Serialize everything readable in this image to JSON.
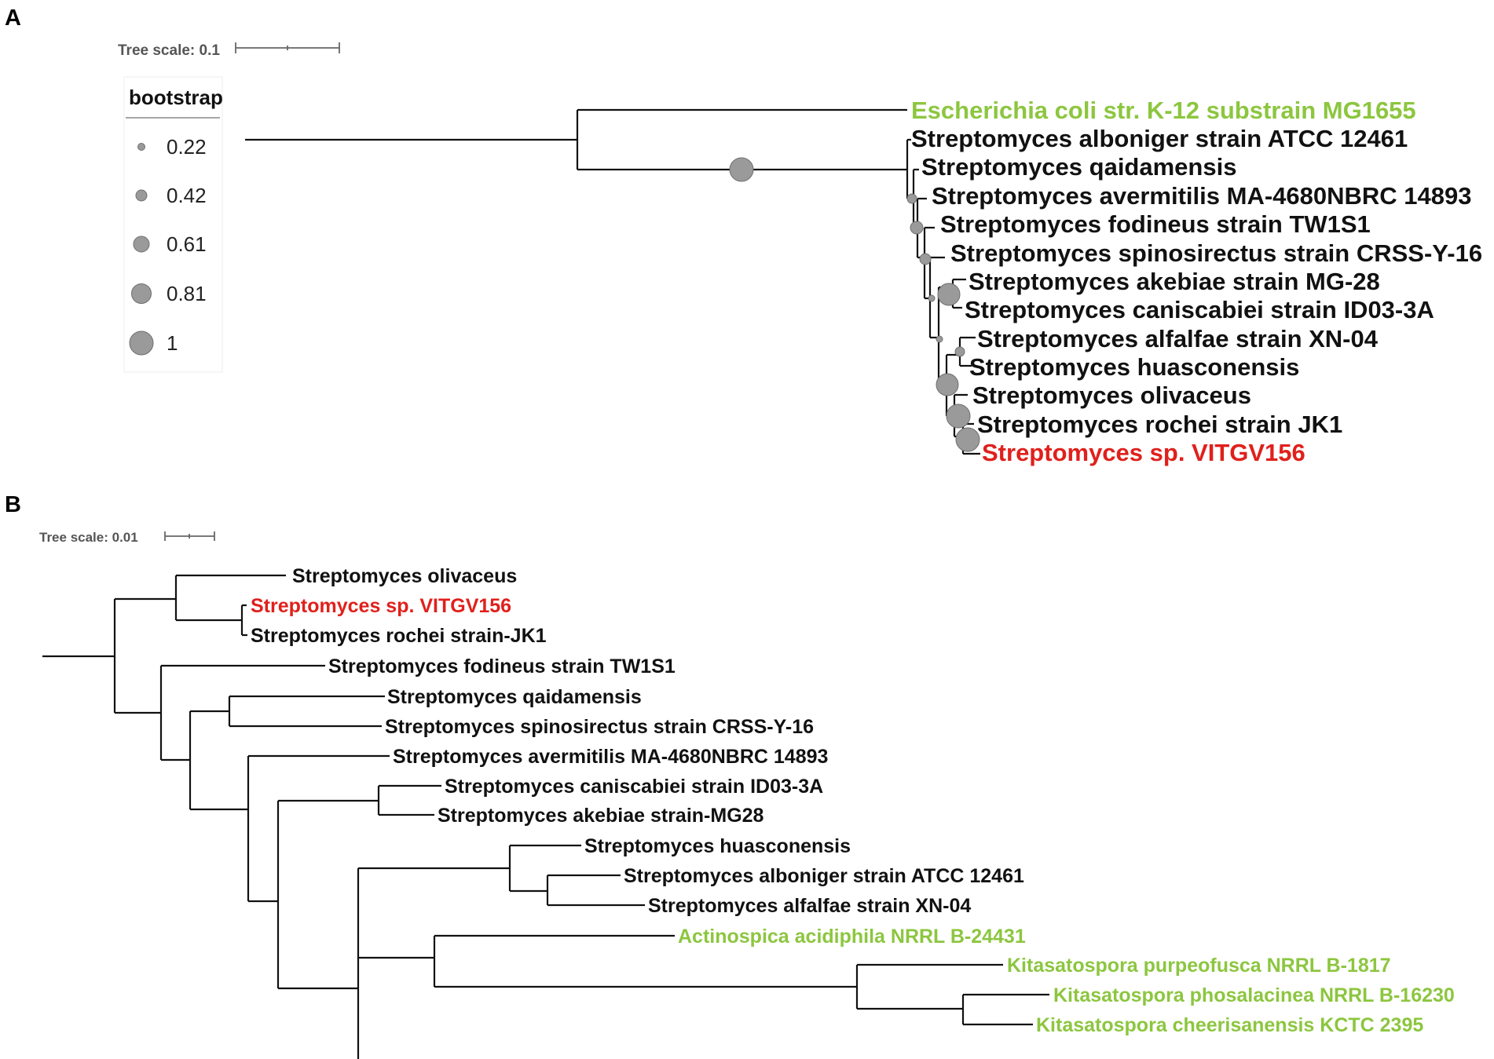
{
  "colors": {
    "black": "#111111",
    "red": "#e0201c",
    "green": "#8cc63f",
    "node_gray": "#9a9a9a"
  },
  "panelA": {
    "label": "A",
    "scale_label": "Tree scale: 0.1",
    "legend": {
      "title": "bootstrap",
      "items": [
        {
          "label": "0.22",
          "value": 0.22
        },
        {
          "label": "0.42",
          "value": 0.42
        },
        {
          "label": "0.61",
          "value": 0.61
        },
        {
          "label": "0.81",
          "value": 0.81
        },
        {
          "label": "1",
          "value": 1.0
        }
      ]
    },
    "taxa": [
      {
        "name": "Escherichia coli str. K-12 substrain MG1655",
        "color": "green"
      },
      {
        "name": "Streptomyces alboniger strain ATCC 12461",
        "color": "black"
      },
      {
        "name": "Streptomyces qaidamensis",
        "color": "black"
      },
      {
        "name": "Streptomyces avermitilis MA-4680NBRC 14893",
        "color": "black"
      },
      {
        "name": "Streptomyces fodineus strain TW1S1",
        "color": "black"
      },
      {
        "name": "Streptomyces spinosirectus strain CRSS-Y-16",
        "color": "black"
      },
      {
        "name": "Streptomyces akebiae strain MG-28",
        "color": "black"
      },
      {
        "name": "Streptomyces caniscabiei strain ID03-3A",
        "color": "black"
      },
      {
        "name": "Streptomyces alfalfae strain XN-04",
        "color": "black"
      },
      {
        "name": "Streptomyces huasconensis",
        "color": "black"
      },
      {
        "name": "Streptomyces olivaceus",
        "color": "black"
      },
      {
        "name": "Streptomyces rochei strain JK1",
        "color": "black"
      },
      {
        "name": "Streptomyces sp. VITGV156",
        "color": "red"
      }
    ]
  },
  "panelB": {
    "label": "B",
    "scale_label": "Tree scale: 0.01",
    "taxa": [
      {
        "name": "Streptomyces olivaceus",
        "color": "black"
      },
      {
        "name": "Streptomyces sp. VITGV156",
        "color": "red"
      },
      {
        "name": "Streptomyces rochei strain-JK1",
        "color": "black"
      },
      {
        "name": "Streptomyces fodineus strain TW1S1",
        "color": "black"
      },
      {
        "name": "Streptomyces qaidamensis",
        "color": "black"
      },
      {
        "name": "Streptomyces spinosirectus strain CRSS-Y-16",
        "color": "black"
      },
      {
        "name": "Streptomyces avermitilis MA-4680NBRC 14893",
        "color": "black"
      },
      {
        "name": "Streptomyces caniscabiei strain ID03-3A",
        "color": "black"
      },
      {
        "name": "Streptomyces akebiae strain-MG28",
        "color": "black"
      },
      {
        "name": "Streptomyces huasconensis",
        "color": "black"
      },
      {
        "name": "Streptomyces alboniger strain ATCC 12461",
        "color": "black"
      },
      {
        "name": "Streptomyces alfalfae strain XN-04",
        "color": "black"
      },
      {
        "name": "Actinospica acidiphila NRRL B-24431",
        "color": "green"
      },
      {
        "name": "Kitasatospora purpeofusca NRRL B-1817",
        "color": "green"
      },
      {
        "name": "Kitasatospora phosalacinea NRRL B-16230",
        "color": "green"
      },
      {
        "name": "Kitasatospora cheerisanensis KCTC 2395",
        "color": "green"
      }
    ]
  }
}
